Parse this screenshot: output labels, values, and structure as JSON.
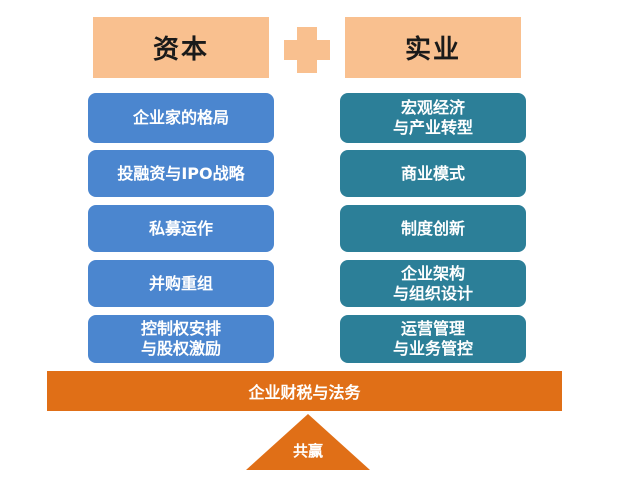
{
  "header": {
    "left_title": "资本",
    "right_title": "实业",
    "connector": "plus-icon"
  },
  "left_column": {
    "items": [
      {
        "label": "企业家的格局"
      },
      {
        "label": "投融资与IPO战略"
      },
      {
        "label": "私募运作"
      },
      {
        "label": "并购重组"
      },
      {
        "label": "控制权安排\n与股权激励"
      }
    ]
  },
  "right_column": {
    "items": [
      {
        "label": "宏观经济\n与产业转型"
      },
      {
        "label": "商业模式"
      },
      {
        "label": "制度创新"
      },
      {
        "label": "企业架构\n与组织设计"
      },
      {
        "label": "运营管理\n与业务管控"
      }
    ]
  },
  "base": {
    "label": "企业财税与法务"
  },
  "fulcrum": {
    "label": "共赢"
  },
  "colors": {
    "header_fill": "#f9c08f",
    "left_fill": "#4b86cf",
    "right_fill": "#2c7f98",
    "base_fill": "#e06f17",
    "text_light": "#ffffff",
    "text_dark": "#1a1a1a"
  }
}
